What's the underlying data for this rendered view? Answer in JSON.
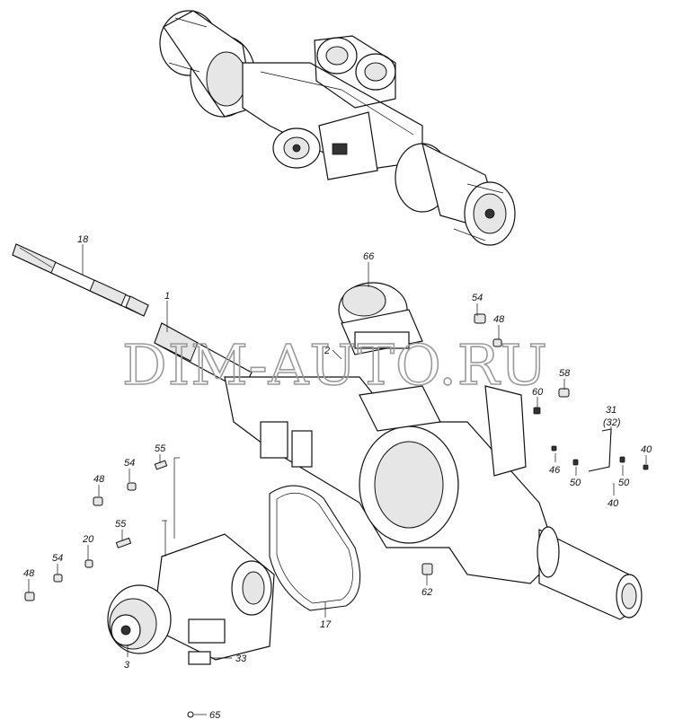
{
  "watermark": "DIM-AUTO.RU",
  "callouts": {
    "c18": "18",
    "c1": "1",
    "c66": "66",
    "c54a": "54",
    "c48a": "48",
    "c2": "2",
    "c58": "58",
    "c60": "60",
    "c31": "31",
    "c32": "(32)",
    "c40a": "40",
    "c46": "46",
    "c50a": "50",
    "c50b": "50",
    "c40b": "40",
    "c55a": "55",
    "c54b": "54",
    "c48b": "48",
    "c55b": "55",
    "c20": "20",
    "c54c": "54",
    "c48c": "48",
    "c17": "17",
    "c62": "62",
    "c3": "3",
    "c33": "33",
    "c65": "65"
  }
}
